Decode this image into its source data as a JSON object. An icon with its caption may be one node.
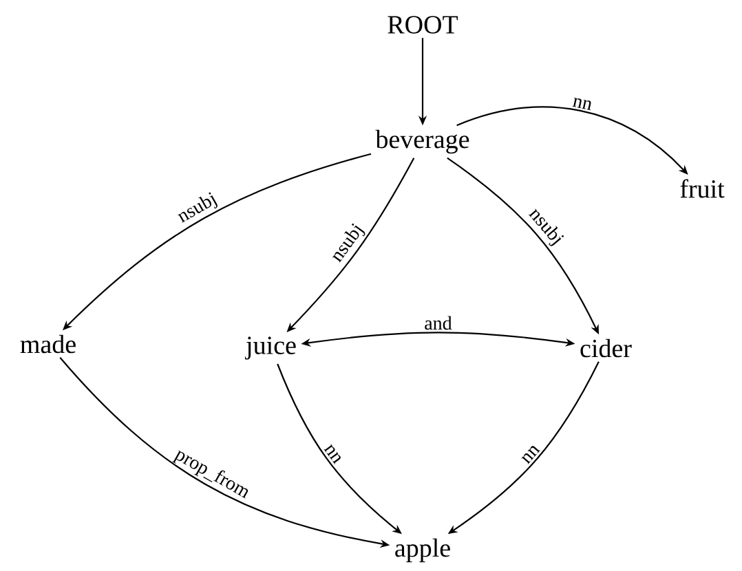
{
  "diagram": {
    "nodes": [
      {
        "text": [
          "ROOT"
        ]
      },
      {
        "text": [
          "beverage"
        ]
      },
      {
        "text": [
          "fruit"
        ]
      },
      {
        "text": [
          "made"
        ]
      },
      {
        "text": [
          "juice"
        ]
      },
      {
        "text": [
          "cider"
        ]
      },
      {
        "text": [
          "apple"
        ]
      }
    ],
    "edges": [
      {
        "from": 0,
        "to": 1,
        "arrow": "to"
      },
      {
        "from": 1,
        "to": 2,
        "arrow": "to",
        "label": "nn"
      },
      {
        "from": 1,
        "to": 3,
        "arrow": "to",
        "label": "nsubj"
      },
      {
        "from": 1,
        "to": 4,
        "arrow": "to",
        "label": "nsubj"
      },
      {
        "from": 1,
        "to": 5,
        "arrow": "to",
        "label": "nsubj"
      },
      {
        "from": 4,
        "to": 5,
        "arrow": "both",
        "label": "and"
      },
      {
        "from": 3,
        "to": 6,
        "arrow": "to",
        "label": "prop_from"
      },
      {
        "from": 4,
        "to": 6,
        "arrow": "to",
        "label": "nn"
      },
      {
        "from": 5,
        "to": 6,
        "arrow": "to",
        "label": "nn"
      }
    ]
  }
}
